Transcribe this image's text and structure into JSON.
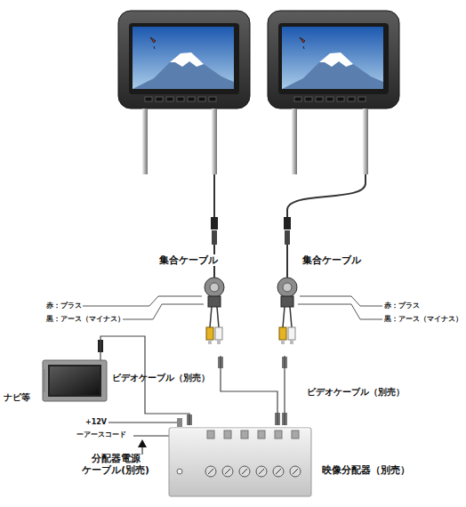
{
  "diagram": {
    "nodes": [
      {
        "text": [
          "集合ケーブル"
        ]
      },
      {
        "text": [
          "集合ケーブル"
        ]
      },
      {
        "text": [
          "ナビ等"
        ]
      },
      {
        "text": [
          "映像分配器（別売）"
        ]
      }
    ],
    "edges": [
      {
        "from": 2,
        "to": 3,
        "label": "ビデオケーブル（別売）",
        "arrow": "none"
      },
      {
        "from": 0,
        "to": 3,
        "arrow": "none"
      },
      {
        "from": 1,
        "to": 3,
        "label": "ビデオケーブル（別売）",
        "arrow": "none"
      }
    ],
    "labels": [
      "赤：プラス",
      "黒：アース（マイナス）",
      "赤：プラス",
      "黒：アース（マイナス）",
      "+12V",
      "ーアースコード",
      "分配器電源 ケーブル(別売)"
    ]
  }
}
